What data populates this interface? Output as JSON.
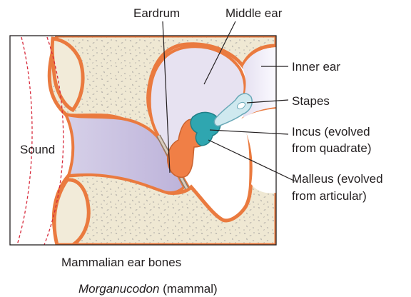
{
  "diagram": {
    "labels": {
      "eardrum": "Eardrum",
      "middle_ear": "Middle ear",
      "inner_ear": "Inner ear",
      "stapes": "Stapes",
      "incus_line1": "Incus (evolved",
      "incus_line2": "from quadrate)",
      "malleus_line1": "Malleus (evolved",
      "malleus_line2": "from articular)",
      "sound": "Sound"
    },
    "caption": {
      "title": "Mammalian ear bones",
      "species": "Morganucodon",
      "species_note": " (mammal)"
    },
    "colors": {
      "bone": "#efe8d3",
      "bone_speck": "#b9b5ad",
      "outline": "#ea7a3f",
      "outline_dark": "#8a3b1c",
      "canal": "#cbc3e2",
      "middle_ear": "#e9e4f2",
      "inner_ear": "#f3f1f8",
      "stapes": "#cfe9ef",
      "incus": "#2fa6b0",
      "malleus": "#f07f46",
      "sound_wave": "#d7283a",
      "text": "#231f20"
    }
  }
}
